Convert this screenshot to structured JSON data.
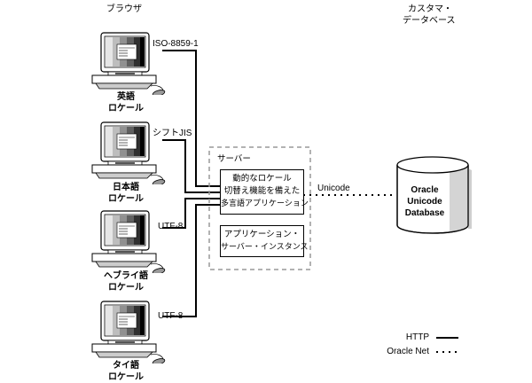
{
  "headers": {
    "browser": "ブラウザ",
    "customer_db_line1": "カスタマ・",
    "customer_db_line2": "データベース"
  },
  "clients": [
    {
      "locale_line1": "英語",
      "locale_line2": "ロケール",
      "encoding": "ISO-8859-1"
    },
    {
      "locale_line1": "日本語",
      "locale_line2": "ロケール",
      "encoding": "シフトJIS"
    },
    {
      "locale_line1": "ヘブライ語",
      "locale_line2": "ロケール",
      "encoding": "UTF-8"
    },
    {
      "locale_line1": "タイ語",
      "locale_line2": "ロケール",
      "encoding": "UTF-8"
    }
  ],
  "server": {
    "label": "サーバー",
    "app_box": [
      "動的なロケール",
      "切替え機能を備えた",
      "多言語アプリケーション"
    ],
    "instance_box": [
      "アプリケーション・",
      "サーバー・インスタンス"
    ]
  },
  "connection": {
    "label": "Unicode"
  },
  "database": {
    "lines": [
      "Oracle",
      "Unicode",
      "Database"
    ]
  },
  "legend": {
    "items": [
      {
        "label": "HTTP",
        "style": "solid"
      },
      {
        "label": "Oracle Net",
        "style": "dotted"
      }
    ]
  }
}
